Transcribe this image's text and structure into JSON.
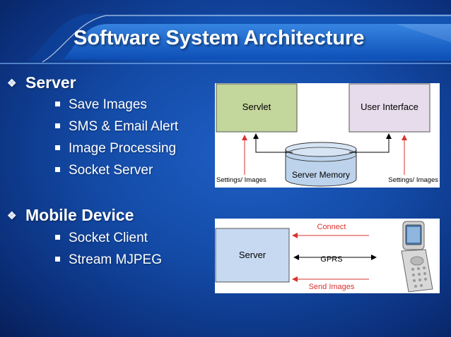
{
  "title": "Software System Architecture",
  "bullets": [
    {
      "label": "Server",
      "items": [
        "Save Images",
        "SMS & Email Alert",
        "Image Processing",
        "Socket Server"
      ]
    },
    {
      "label": "Mobile Device",
      "items": [
        "Socket Client",
        "Stream MJPEG"
      ]
    }
  ],
  "diagram_server": {
    "servlet": "Servlet",
    "user_interface": "User Interface",
    "server_memory": "Server Memory",
    "settings_left": "Settings/ Images",
    "settings_right": "Settings/ Images"
  },
  "diagram_mobile": {
    "server": "Server",
    "connect": "Connect",
    "gprs": "GPRS",
    "send_images": "Send Images"
  },
  "colors": {
    "background": "#134aa6",
    "servlet_fill": "#c3d69b",
    "user_interface_fill": "#e6dcec",
    "server_box_fill": "#c6d9f1",
    "memory_fill": "#bdd3ec",
    "red_arrow": "#d9322e"
  },
  "icons": {
    "bullet_level1": "diamond-bullet-icon",
    "bullet_level2": "square-bullet-icon",
    "phone": "flip-phone-icon"
  }
}
